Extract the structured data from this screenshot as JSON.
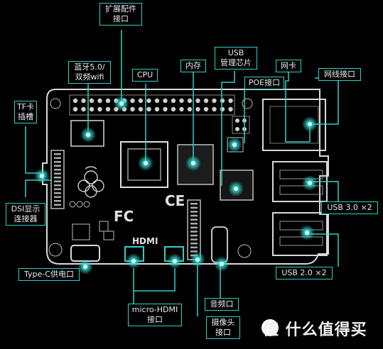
{
  "labels": {
    "expansion": [
      "扩展配件",
      "接口"
    ],
    "bluetooth": [
      "蓝牙5.0/",
      "双频wifi"
    ],
    "cpu": [
      "CPU"
    ],
    "memory": [
      "内存"
    ],
    "usb_chip": [
      "USB",
      "管理芯片"
    ],
    "poe": [
      "POE接口"
    ],
    "nic": [
      "网卡"
    ],
    "ethernet": [
      "网线接口"
    ],
    "tf": [
      "TF卡",
      "插槽"
    ],
    "dsi": [
      "DSI显示",
      "连接器"
    ],
    "usb3": [
      "USB 3.0 ×2"
    ],
    "usb2": [
      "USB 2.0 ×2"
    ],
    "typec": [
      "Type-C供电口"
    ],
    "hdmi": [
      "micro-HDMI",
      "接口"
    ],
    "audio": [
      "音频口"
    ],
    "camera": [
      "摄像头",
      "接口"
    ]
  },
  "board_marks": {
    "hdmi_text": "HDMI",
    "ce_text": "CE",
    "fc_text": "FC"
  },
  "watermark": {
    "text": "值 什么值得买"
  },
  "colors": {
    "accent": "#2fd0c8",
    "board_line": "#d8d8d8",
    "background": "#000000"
  }
}
